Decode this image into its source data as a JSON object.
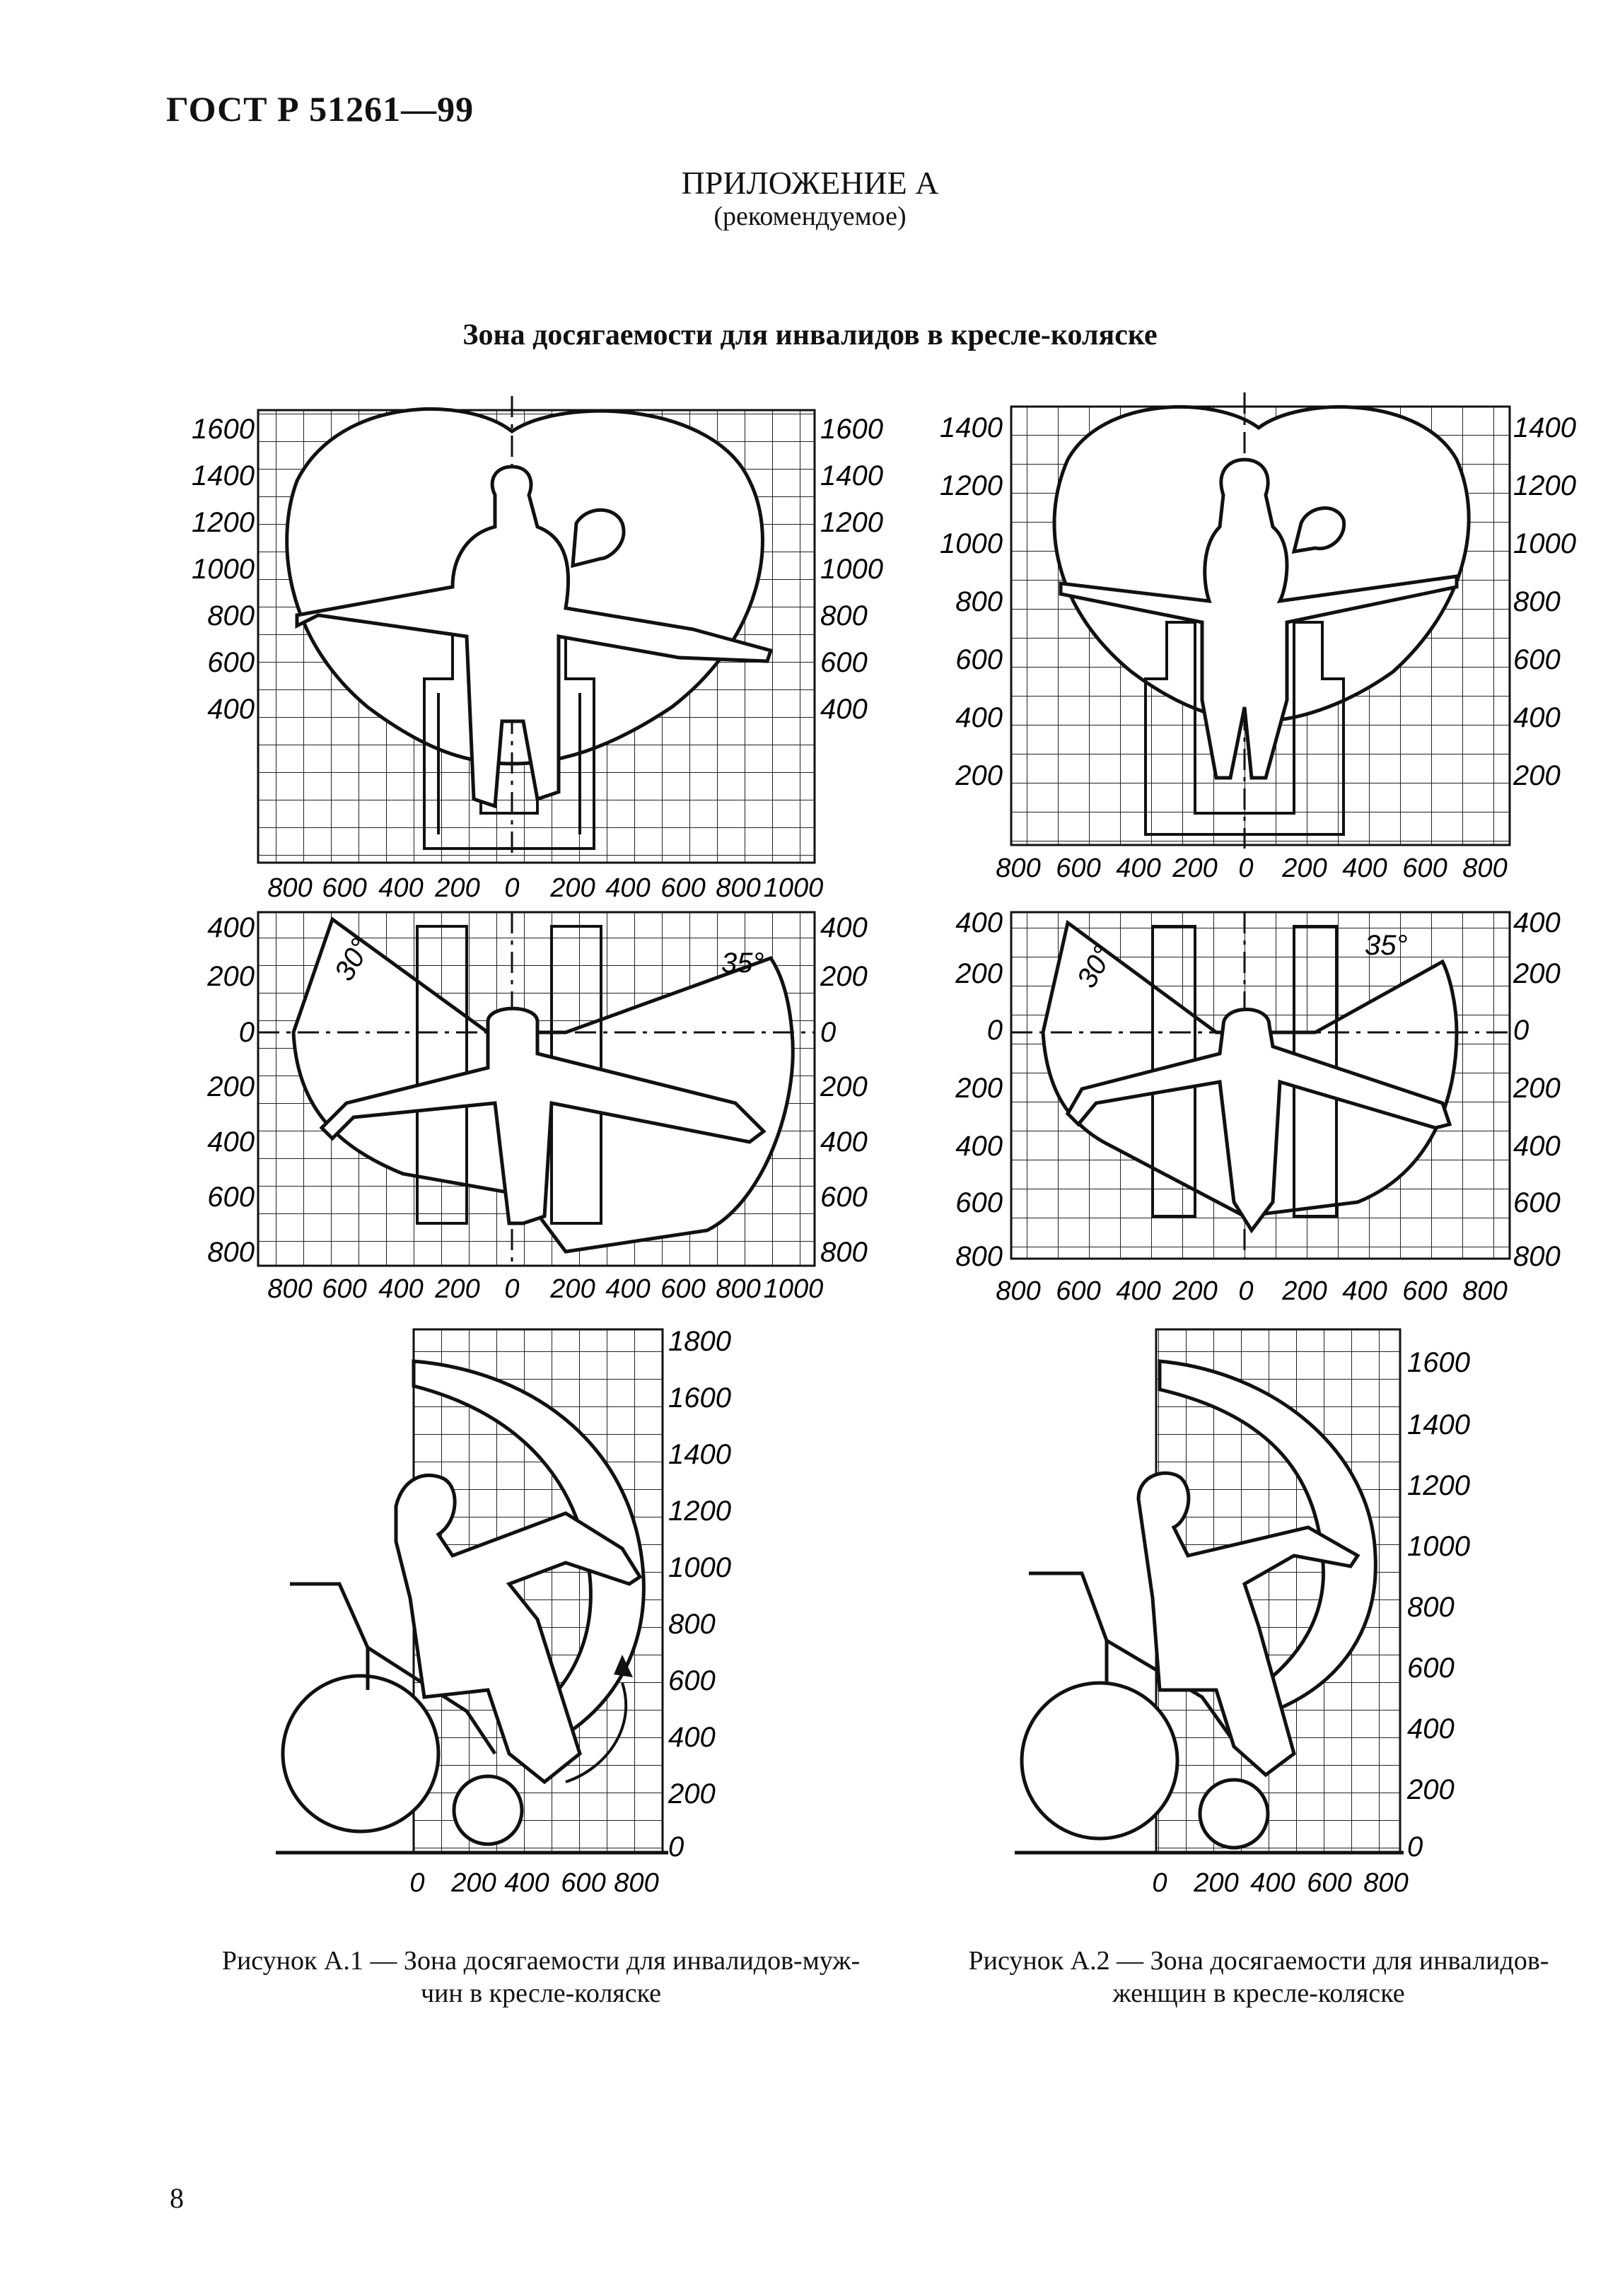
{
  "header": {
    "standard": "ГОСТ Р 51261—99"
  },
  "appendix": {
    "title": "ПРИЛОЖЕНИЕ А",
    "subtitle": "(рекомендуемое)"
  },
  "main_title": "Зона досягаемости для инвалидов в кресле-коляске",
  "figures": {
    "a1": {
      "caption_line1": "Рисунок А.1 — Зона досягаемости для инвалидов-муж-",
      "caption_line2": "чин в кресле-коляске",
      "front": {
        "y_left": [
          "1600",
          "1400",
          "1200",
          "1000",
          "800",
          "600",
          "400"
        ],
        "y_right": [
          "1600",
          "1400",
          "1200",
          "1000",
          "800",
          "600",
          "400"
        ],
        "x": [
          "800",
          "600",
          "400",
          "200",
          "0",
          "200",
          "400",
          "600",
          "800",
          "1000"
        ]
      },
      "top": {
        "y_left": [
          "400",
          "200",
          "0",
          "200",
          "400",
          "600",
          "800"
        ],
        "y_right": [
          "400",
          "200",
          "0",
          "200",
          "400",
          "600",
          "800"
        ],
        "x": [
          "800",
          "600",
          "400",
          "200",
          "0",
          "200",
          "400",
          "600",
          "800",
          "1000"
        ],
        "angle_left": "30°",
        "angle_right": "35°"
      },
      "side": {
        "y": [
          "1800",
          "1600",
          "1400",
          "1200",
          "1000",
          "800",
          "600",
          "400",
          "200",
          "0"
        ],
        "x": [
          "0",
          "200",
          "400",
          "600",
          "800"
        ]
      }
    },
    "a2": {
      "caption_line1": "Рисунок А.2 — Зона досягаемости для инвалидов-",
      "caption_line2": "женщин в кресле-коляске",
      "front": {
        "y_left": [
          "1400",
          "1200",
          "1000",
          "800",
          "600",
          "400",
          "200"
        ],
        "y_right": [
          "1400",
          "1200",
          "1000",
          "800",
          "600",
          "400",
          "200"
        ],
        "x": [
          "800",
          "600",
          "400",
          "200",
          "0",
          "200",
          "400",
          "600",
          "800"
        ]
      },
      "top": {
        "y_left": [
          "400",
          "200",
          "0",
          "200",
          "400",
          "600",
          "800"
        ],
        "y_right": [
          "400",
          "200",
          "0",
          "200",
          "400",
          "600",
          "800"
        ],
        "x": [
          "800",
          "600",
          "400",
          "200",
          "0",
          "200",
          "400",
          "600",
          "800"
        ],
        "angle_left": "30°",
        "angle_right": "35°"
      },
      "side": {
        "y": [
          "1600",
          "1400",
          "1200",
          "1000",
          "800",
          "600",
          "400",
          "200",
          "0"
        ],
        "x": [
          "0",
          "200",
          "400",
          "600",
          "800"
        ]
      }
    }
  },
  "page_number": "8"
}
